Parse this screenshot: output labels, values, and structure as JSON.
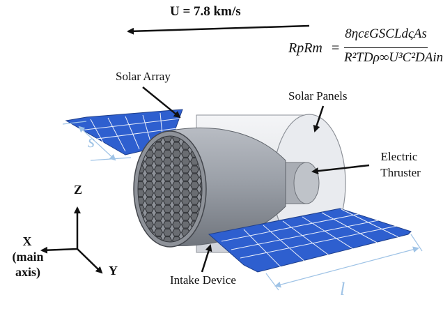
{
  "velocity_label": "U = 7.8 km/s",
  "formula": {
    "lhs": "RpRm",
    "equals": "=",
    "numerator": "8ηcεGSCLdςAs",
    "denominator": "R²TDρ∞U³C²DAin"
  },
  "labels": {
    "solar_array": "Solar Array",
    "solar_panels": "Solar Panels",
    "electric_thruster_line1": "Electric",
    "electric_thruster_line2": "Thruster",
    "intake_device": "Intake Device",
    "dimension_s": "s",
    "dimension_l": "l"
  },
  "axes": {
    "z": "Z",
    "y": "Y",
    "x_line1": "X",
    "x_line2": "(main",
    "x_line3": "axis)"
  },
  "colors": {
    "panel_blue": "#2e5fcf",
    "grid_white": "#ffffff",
    "body_gray": "#9ea3ab",
    "shell_light": "#e6e8ec",
    "dimension_blue": "#9fc3e6",
    "arrow_black": "#111111"
  }
}
